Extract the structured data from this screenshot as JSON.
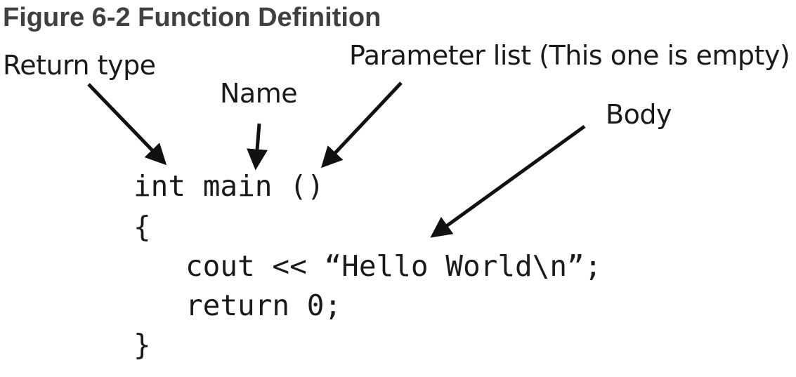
{
  "figure": {
    "title": "Figure 6-2 Function Definition"
  },
  "labels": {
    "return_type": "Return type",
    "name": "Name",
    "parameter_list": "Parameter list (This one is empty)",
    "body": "Body"
  },
  "code": {
    "lines": [
      "int main ()",
      "{",
      "cout << “Hello World\\n”;",
      "return 0;",
      "}"
    ]
  },
  "colors": {
    "title": "#404040",
    "text": "#1a1a1a",
    "arrow": "#111111",
    "background": "#ffffff"
  }
}
